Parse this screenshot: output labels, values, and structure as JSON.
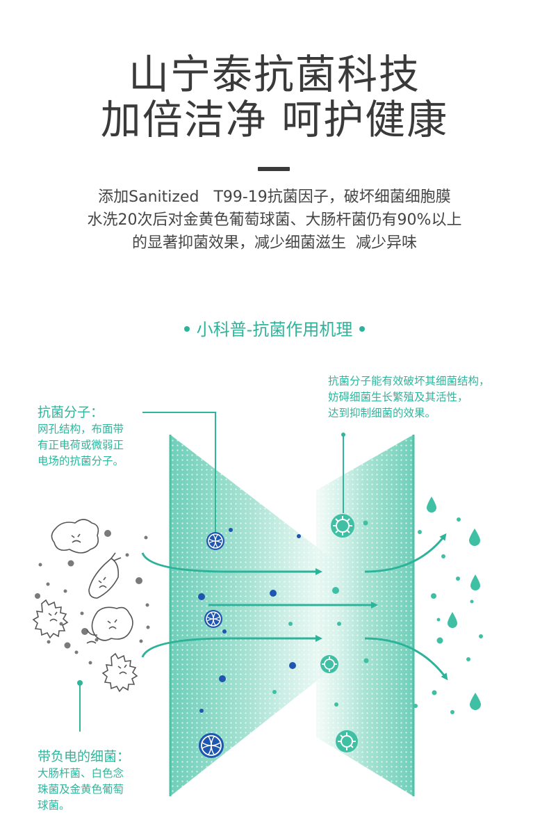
{
  "header": {
    "title_line1": "山宁泰抗菌科技",
    "title_line2": "加倍洁净 呵护健康"
  },
  "description": {
    "line1": "添加Sanitized   T99-19抗菌因子，破坏细菌细胞膜",
    "line2": "水洗20次后对金黄色葡萄球菌、大肠杆菌仍有90%以上",
    "line3": "的显著抑菌效果，减少细菌滋生  减少异味"
  },
  "section": {
    "title": "小科普-抗菌作用机理"
  },
  "annotations": {
    "molecule": {
      "heading": "抗菌分子：",
      "lines": [
        "网孔结构，布面带",
        "有正电荷或微弱正",
        "电场的抗菌分子。"
      ]
    },
    "effect": {
      "lines": [
        "抗菌分子能有效破坏其细菌结构，",
        "妨碍细菌生长繁殖及其活性，",
        "达到抑制细菌的效果。"
      ]
    },
    "bacteria": {
      "heading": "带负电的细菌：",
      "lines": [
        "大肠杆菌、白色念",
        "珠菌及金黄色葡萄",
        "球菌。"
      ]
    }
  },
  "colors": {
    "accent": "#2db39a",
    "title": "#3a3a3a",
    "molecule_blue": "#1f56b0",
    "panel": "#8fd8c8"
  },
  "icons": [
    "antibacterial-molecule-icon",
    "dead-bacteria-icon",
    "bacteria-doodle-icon",
    "water-drop-icon"
  ]
}
